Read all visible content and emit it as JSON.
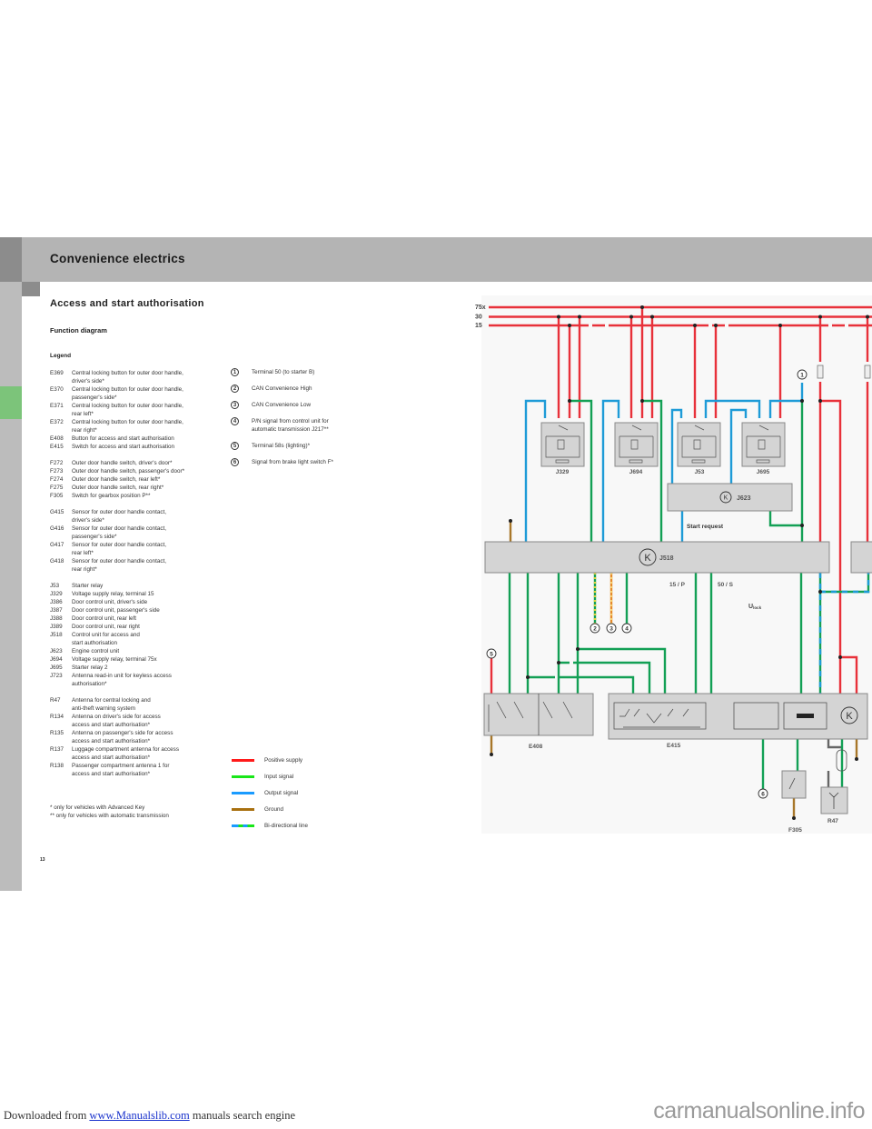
{
  "header": {
    "title": "Convenience electrics"
  },
  "section": {
    "title": "Access and start authorisation",
    "subtitle": "Function diagram",
    "legend_heading": "Legend"
  },
  "legend": [
    {
      "code": "E369",
      "desc": "Central locking button for outer door handle,\ndriver's side*"
    },
    {
      "code": "E370",
      "desc": "Central locking button for outer door handle,\npassenger's side*"
    },
    {
      "code": "E371",
      "desc": "Central locking button for outer door handle,\nrear left*"
    },
    {
      "code": "E372",
      "desc": "Central locking button for outer door handle,\nrear right*"
    },
    {
      "code": "E408",
      "desc": "Button for access and start authorisation"
    },
    {
      "code": "E415",
      "desc": "Switch for access and start authorisation",
      "gap": true
    },
    {
      "code": "F272",
      "desc": "Outer door handle switch, driver's door*"
    },
    {
      "code": "F273",
      "desc": "Outer door handle switch, passenger's door*"
    },
    {
      "code": "F274",
      "desc": "Outer door handle switch, rear left*"
    },
    {
      "code": "F275",
      "desc": "Outer door handle switch, rear right*"
    },
    {
      "code": "F305",
      "desc": "Switch for gearbox position P**",
      "gap": true
    },
    {
      "code": "G415",
      "desc": "Sensor for outer door handle contact,\ndriver's side*"
    },
    {
      "code": "G416",
      "desc": "Sensor for outer door handle contact,\npassenger's side*"
    },
    {
      "code": "G417",
      "desc": "Sensor for outer door handle contact,\nrear left*"
    },
    {
      "code": "G418",
      "desc": "Sensor for outer door handle contact,\nrear right*",
      "gap": true
    },
    {
      "code": "J53",
      "desc": "Starter relay"
    },
    {
      "code": "J329",
      "desc": "Voltage supply relay, terminal 15"
    },
    {
      "code": "J386",
      "desc": "Door control unit, driver's side"
    },
    {
      "code": "J387",
      "desc": "Door control unit, passenger's side"
    },
    {
      "code": "J388",
      "desc": "Door control unit, rear left"
    },
    {
      "code": "J389",
      "desc": "Door control unit, rear right"
    },
    {
      "code": "J518",
      "desc": "Control unit for access and\nstart authorisation"
    },
    {
      "code": "J623",
      "desc": "Engine control unit"
    },
    {
      "code": "J694",
      "desc": "Voltage supply relay, terminal 75x"
    },
    {
      "code": "J695",
      "desc": "Starter relay 2"
    },
    {
      "code": "J723",
      "desc": "Antenna read-in unit for keyless access\nauthorisation*",
      "gap": true
    },
    {
      "code": "R47",
      "desc": "Antenna for central locking and\nanti-theft warning system"
    },
    {
      "code": "R134",
      "desc": "Antenna on driver's side for access\naccess and start authorisation*"
    },
    {
      "code": "R135",
      "desc": "Antenna on passenger's side for access\naccess and start authorisation*"
    },
    {
      "code": "R137",
      "desc": "Luggage compartment antenna for access\naccess and start authorisation*"
    },
    {
      "code": "R138",
      "desc": "Passenger compartment antenna 1 for\naccess and start authorisation*"
    }
  ],
  "notes": [
    "* only for vehicles with Advanced Key",
    "** only for vehicles with automatic transmission"
  ],
  "markers": [
    {
      "n": "1",
      "text": "Terminal 50 (to starter B)"
    },
    {
      "n": "2",
      "text": "CAN Convenience High"
    },
    {
      "n": "3",
      "text": "CAN Convenience Low"
    },
    {
      "n": "4",
      "text": "P/N signal from control unit for\nautomatic transmission J217**"
    },
    {
      "n": "5",
      "text": "Terminal 58s (lighting)*"
    },
    {
      "n": "6",
      "text": "Signal from brake light switch F*"
    }
  ],
  "wire_legend": [
    {
      "label": "Positive supply",
      "color": "#ff1a1a"
    },
    {
      "label": "Input signal",
      "color": "#19e619"
    },
    {
      "label": "Output signal",
      "color": "#1a9bff"
    },
    {
      "label": "Ground",
      "color": "#a8700f"
    },
    {
      "label": "Bi-directional line",
      "color": "bidir"
    }
  ],
  "diagram": {
    "colors": {
      "red": "#e8313a",
      "green": "#13a055",
      "blue": "#1e9bd7",
      "brown": "#a8772a",
      "box": "#d4d4d4"
    },
    "buses": [
      "75x",
      "30",
      "15"
    ],
    "relays": [
      "J329",
      "J694",
      "J53",
      "J695"
    ],
    "units": {
      "j623": "J623",
      "j518": "J518",
      "e408": "E408",
      "e415": "E415",
      "f305": "F305",
      "r47": "R47"
    },
    "labels": {
      "start_request": "Start request",
      "p15": "15 / P",
      "s50": "50 / S",
      "ulock": "U",
      "ulock_sub": "lock",
      "k": "K"
    },
    "circles": [
      "1",
      "2",
      "3",
      "4",
      "5",
      "6"
    ]
  },
  "footer": {
    "page_number": "13",
    "downloaded_from": "Downloaded from",
    "link": "www.Manualslib.com",
    "suffix": "manuals search engine",
    "watermark": "carmanualsonline.info"
  }
}
